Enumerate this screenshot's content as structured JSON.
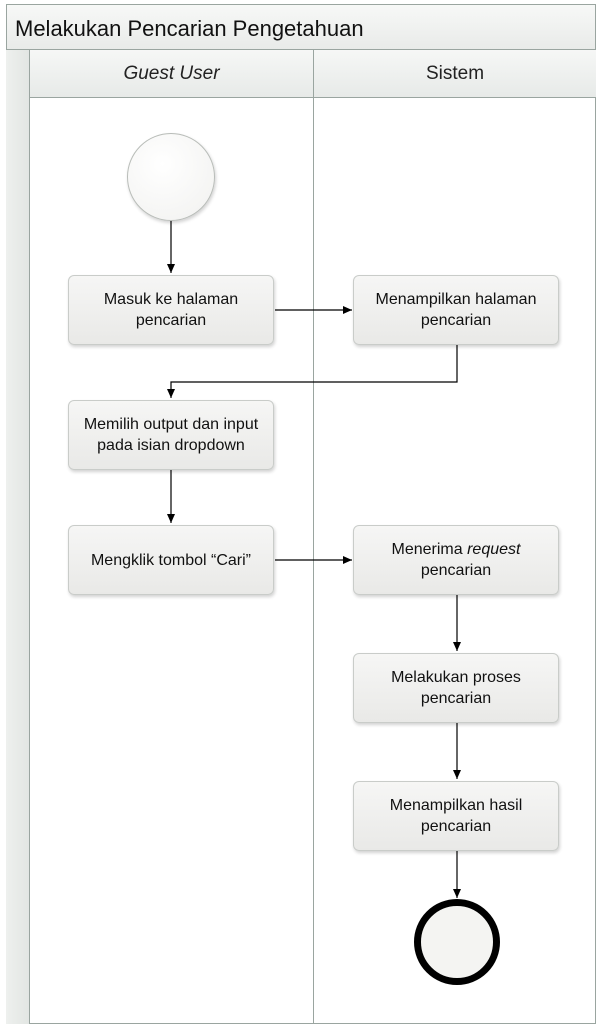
{
  "title": "Melakukan Pencarian Pengetahuan",
  "lanes": {
    "guest": "Guest User",
    "sistem": "Sistem"
  },
  "actions": {
    "masuk": "Masuk ke halaman pencarian",
    "menampilkan_halaman": "Menampilkan halaman pencarian",
    "memilih": "Memilih output dan input pada isian dropdown",
    "mengklik": "Mengklik tombol “Cari”",
    "menerima_prefix": "Menerima ",
    "menerima_italic": "request",
    "menerima_suffix": " pencarian",
    "proses": "Melakukan proses pencarian",
    "hasil": "Menampilkan hasil pencarian"
  }
}
